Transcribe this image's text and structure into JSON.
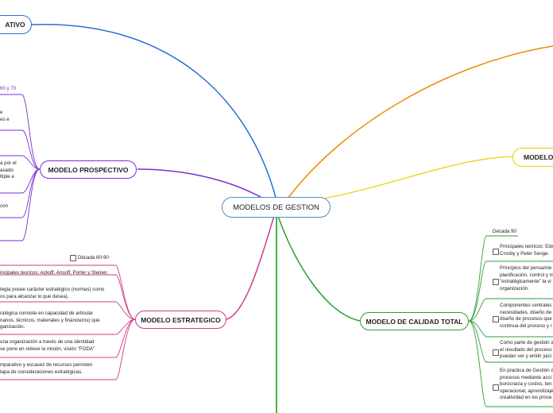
{
  "central": {
    "label": "MODELOS DE GESTION"
  },
  "branches": {
    "top_left": {
      "label": "ATIVO",
      "color": "#2a6fdb"
    },
    "prospectivo": {
      "label": "MODELO PROSPECTIVO",
      "color": "#7a2fd1",
      "decade": "60 y 70",
      "items": [
        "e\nes e",
        "a por el\nasado\nltiple e",
        "con"
      ]
    },
    "estrategico": {
      "label": "MODELO ESTRATEGICO",
      "color": "#d13a8a",
      "decade": "Década 80-90",
      "items": [
        "incipales teoricos: Ackoff, Ansoff, Porter y Steiner.",
        "tegia posee carácter estratégico (normas) como\nos para alcanzar lo que desea).",
        "ratégica consiste en capacidad de articular\nnanos, técnicos, materiales y financieros) que\nganización.",
        "una organización a través de una identidad\nse pone en relieve la misión, visión \"FODA\"",
        "mparativo y escasez de recursos permiten\ntapa de consideraciones estratégicas."
      ]
    },
    "calidad": {
      "label": "MODELO DE CALIDAD TOTAL",
      "color": "#2e9e3a",
      "decade": "Década 90",
      "items": [
        "Principales teóricos: Edw\nCrosby y Peter Senge.",
        "Principios del pensamie\nplanificación, control y m\n\"estratégicamente\" la vi\norganización.",
        "Componentes centrales\nnecesidades, diseño de\ndiseño de procesos que\ncontinua del proceso y r",
        "Como parte de gestión a\nel resultado del proceso\npuedan ver y emitir juici",
        "En practica de Gestión d\nprocesos mediante acci\nburocracia y costos, ten\noperacional, aprendizaje\ncreatividad en los proce"
      ]
    },
    "right": {
      "label": "MODELO",
      "color": "#e6d200"
    },
    "orange": {
      "color": "#f08a00"
    },
    "bottom": {
      "color": "#3cb846"
    }
  }
}
